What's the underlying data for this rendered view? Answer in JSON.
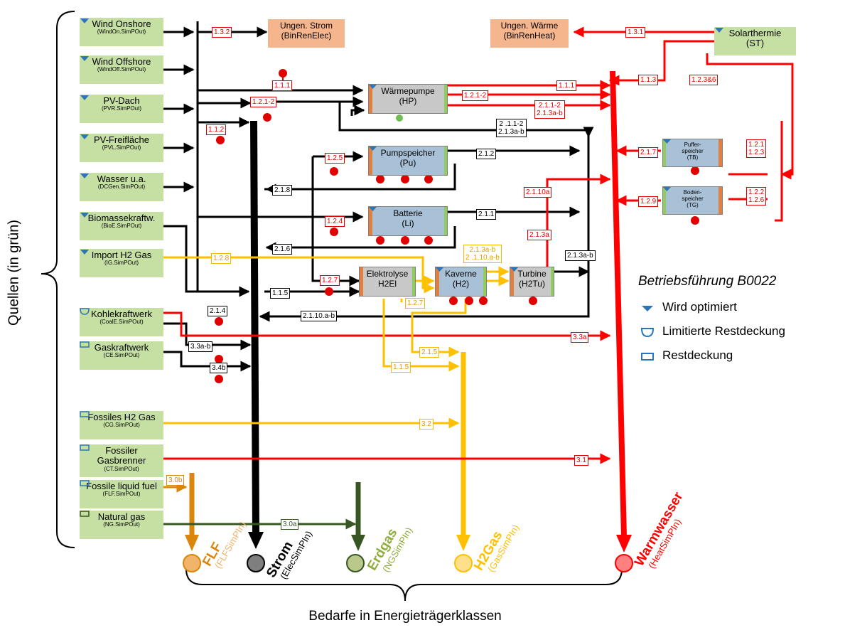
{
  "sources": [
    {
      "name": "Wind Onshore",
      "id": "(WindOn.SimPOut)",
      "marker": "triangle"
    },
    {
      "name": "Wind Offshore",
      "id": "(WindOff.SimPOut)",
      "marker": "triangle"
    },
    {
      "name": "PV-Dach",
      "id": "(PVR.SimPOut)",
      "marker": "triangle"
    },
    {
      "name": "PV-Freifläche",
      "id": "(PVL.SimPOut)",
      "marker": "triangle"
    },
    {
      "name": "Wasser u.a.",
      "id": "(DCGen.SimPOut)",
      "marker": "triangle"
    },
    {
      "name": "Biomassekraftw.",
      "id": "(BioE.SimPOut)",
      "marker": "triangle"
    },
    {
      "name": "Import H2 Gas",
      "id": "(IG.SimPOut)",
      "marker": "triangle"
    },
    {
      "name": "Kohlekraftwerk",
      "id": "(CoalE.SimPOut)",
      "marker": "half"
    },
    {
      "name": "Gaskraftwerk",
      "id": "(CE.SimPOut)",
      "marker": "rect"
    },
    {
      "name": "Fossiles H2 Gas",
      "id": "(CG.SimPOut)",
      "marker": "rect"
    },
    {
      "name": "Fossiler Gasbrenner",
      "id": "(CT.SimPOut)",
      "marker": "rect"
    },
    {
      "name": "Fossile liquid fuel",
      "id": "(FLF.SimPOut)",
      "marker": "rect"
    },
    {
      "name": "Natural gas",
      "id": "(NG.SimPOut)",
      "marker": "rect"
    }
  ],
  "sources_label": "Quellen (in grün)",
  "solarthermie": {
    "name": "Solarthermie",
    "id": "(ST)"
  },
  "unused": {
    "strom": {
      "line1": "Ungen. Strom",
      "line2": "(BinRenElec)"
    },
    "waerme": {
      "line1": "Ungen. Wärme",
      "line2": "(BinRenHeat)"
    }
  },
  "technologies": {
    "hp": {
      "line1": "Wärmepumpe",
      "line2": "(HP)"
    },
    "pu": {
      "line1": "Pumpspeicher",
      "line2": "(Pu)"
    },
    "li": {
      "line1": "Batterie",
      "line2": "(Li)"
    },
    "h2el": {
      "line1": "Elektrolyse",
      "line2": "H2El"
    },
    "h2": {
      "line1": "Kaverne",
      "line2": "(H2)"
    },
    "h2tu": {
      "line1": "Turbine",
      "line2": "(H2Tu)"
    },
    "tb": {
      "line1": "Puffer-",
      "line2": "speicher",
      "line3": "(TB)"
    },
    "tg": {
      "line1": "Boden-",
      "line2": "speicher",
      "line3": "(TG)"
    }
  },
  "flow_labels": {
    "f132": "1.3.2",
    "f131": "1.3.1",
    "f111a": "1.1.1",
    "f121a": "1.2.1-2",
    "f112": "1.1.2",
    "f111b": "1.1.1",
    "f121b": "1.2.1-2",
    "f211a": "2.1.1-2",
    "f211b": "2.1.3a-b",
    "f211c": "2 .1.1-2",
    "f211d": "2.1.3a-b",
    "f113": "1.1.3",
    "f1236": "1.2.3&6",
    "f125": "1.2.5",
    "f212": "2.1.2",
    "f218": "2.1.8",
    "f217": "2.1.7",
    "f1213a": "1.2.1",
    "f1213b": "1.2.3",
    "f2110": "2.1.10a",
    "f124": "1.2.4",
    "f211": "2.1.1",
    "f129": "1.2.9",
    "f1226a": "1.2.2",
    "f1226b": "1.2.6",
    "f213a": "2.1.3a",
    "f216": "2.1.6",
    "f128": "1.2.8",
    "f213y1": "2.1.3a-b",
    "f213y2": "2 .1.10.a-b",
    "f213k": "2.1.3a-b",
    "f127": "1.2.7",
    "f115": "1.1.5",
    "f127y": "1.2.7",
    "f214": "2.1.4",
    "f2110ab": "2.1.10.a-b",
    "f33a": "3.3a",
    "f33ab": "3.3a-b",
    "f215": "2.1.5",
    "f34b": "3.4b",
    "f115y": "1.1.5",
    "f32": "3.2",
    "f31": "3.1",
    "f30b": "3.0b",
    "f30a": "3.0a"
  },
  "sinks": [
    {
      "name": "FLF",
      "id": "(FLFSimPIn)",
      "color": "#d9860a",
      "circle": "#f2b36a"
    },
    {
      "name": "Strom",
      "id": "(ElecSimPIn)",
      "color": "#000000",
      "circle": "#7f7f7f"
    },
    {
      "name": "Erdgas",
      "id": "(NGSimPIn)",
      "color": "#8fae3a",
      "circle": "#b9c98a"
    },
    {
      "name": "H2Gas",
      "id": "(GasSimPIn)",
      "color": "#ffc000",
      "circle": "#ffe08a"
    },
    {
      "name": "Warmwasser",
      "id": "(HeatSimPIn)",
      "color": "#ff0000",
      "circle": "#ff8080"
    }
  ],
  "demand_label": "Bedarfe in Energieträgerklassen",
  "legend": {
    "title": "Betriebsführung B0022",
    "items": [
      {
        "marker": "triangle",
        "label": "Wird optimiert"
      },
      {
        "marker": "half",
        "label": "Limitierte Restdeckung"
      },
      {
        "marker": "rect",
        "label": "Restdeckung"
      }
    ]
  },
  "colors": {
    "source_fill": "#c6e0a4",
    "storage_fill": "#a9c1d6",
    "unused_fill": "#f5b58d",
    "elec": "#000000",
    "heat": "#ff0000",
    "h2": "#ffc000",
    "flf": "#d9860a",
    "ng": "#375623",
    "marker": "#2e75b6"
  }
}
